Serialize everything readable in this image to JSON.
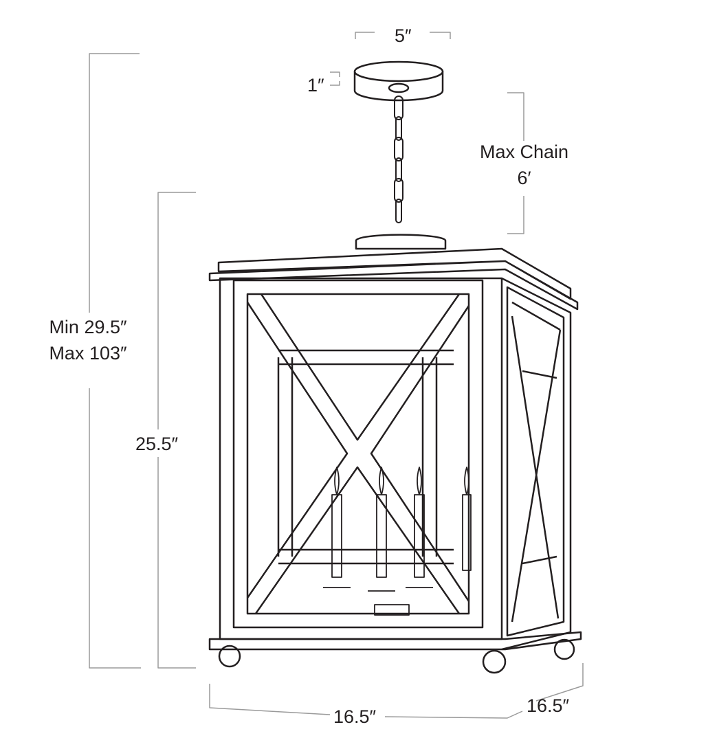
{
  "dimensions": {
    "canopy_width": "5″",
    "canopy_height": "1″",
    "chain_label": "Max Chain",
    "chain_value": "6′",
    "overall_min": "Min 29.5″",
    "overall_max": "Max 103″",
    "body_height": "25.5″",
    "width": "16.5″",
    "depth": "16.5″"
  },
  "colors": {
    "line": "#231f20",
    "dim_line": "#9a9a9a"
  }
}
